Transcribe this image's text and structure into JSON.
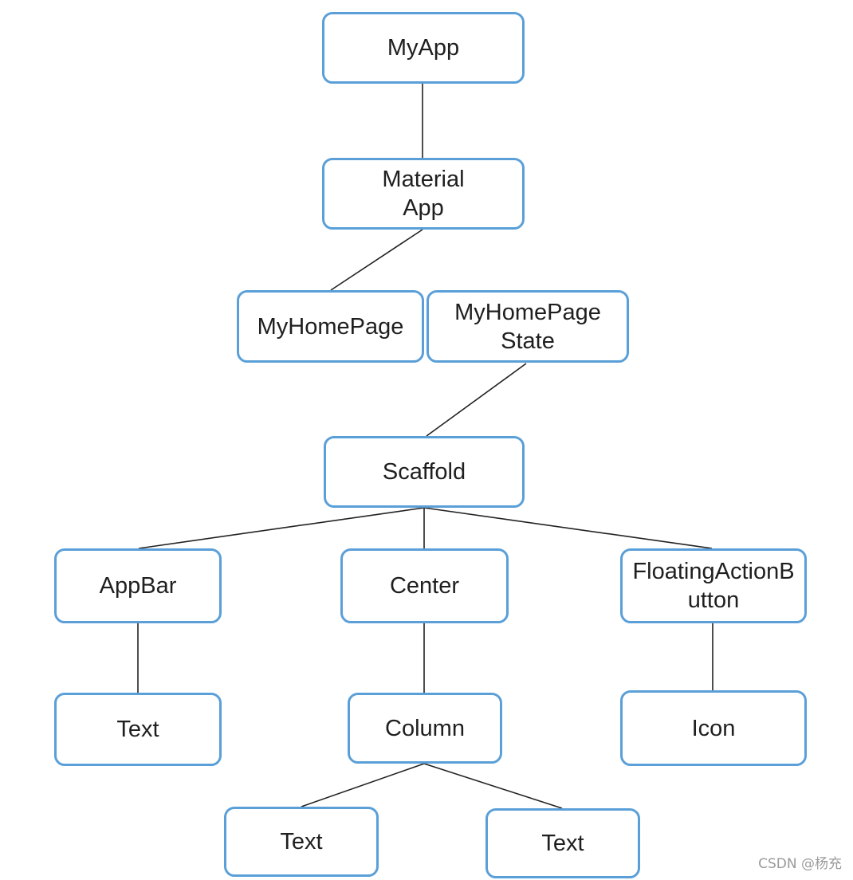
{
  "nodes": {
    "myapp": "MyApp",
    "materialapp": "Material\nApp",
    "myhomepage": "MyHomePage",
    "myhomepagestate": "MyHomePage\nState",
    "scaffold": "Scaffold",
    "appbar": "AppBar",
    "center": "Center",
    "fab": "FloatingActionB\nutton",
    "text_appbar": "Text",
    "column": "Column",
    "icon": "Icon",
    "text_left": "Text",
    "text_right": "Text"
  },
  "watermark": "CSDN @杨充",
  "colors": {
    "node_border": "#5a9fd8",
    "edge": "#222222",
    "text": "#1f1f1f"
  }
}
